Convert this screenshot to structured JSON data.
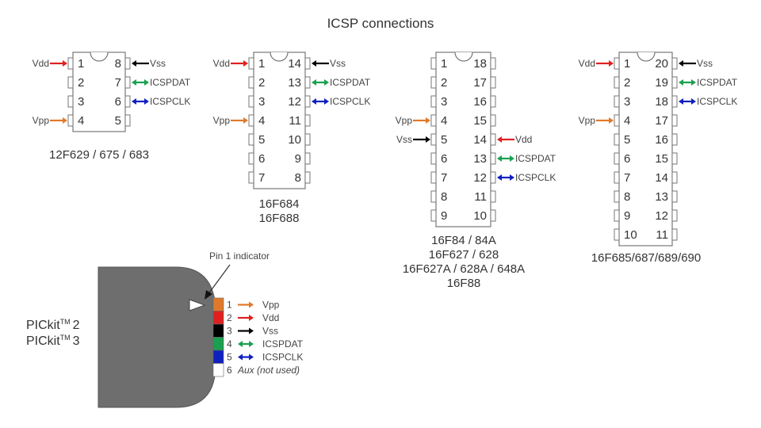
{
  "title": "ICSP connections",
  "colors": {
    "vpp": "#e07a2a",
    "vdd": "#e02020",
    "vss": "#000000",
    "icspdat": "#1aa050",
    "icspclk": "#1020c0",
    "aux": "#ffffff",
    "programmer_body": "#6e6e6e"
  },
  "chips": [
    {
      "id": "chip-8pin",
      "pins": 8,
      "part_names": [
        "12F629 / 675 / 683"
      ],
      "connections": [
        {
          "pin": 1,
          "signal": "Vdd",
          "color_key": "vdd",
          "dir": "in"
        },
        {
          "pin": 4,
          "signal": "Vpp",
          "color_key": "vpp",
          "dir": "in"
        },
        {
          "pin": 8,
          "signal": "Vss",
          "color_key": "vss",
          "dir": "in"
        },
        {
          "pin": 7,
          "signal": "ICSPDAT",
          "color_key": "icspdat",
          "dir": "both"
        },
        {
          "pin": 6,
          "signal": "ICSPCLK",
          "color_key": "icspclk",
          "dir": "both"
        }
      ]
    },
    {
      "id": "chip-14pin",
      "pins": 14,
      "part_names": [
        "16F684",
        "16F688"
      ],
      "connections": [
        {
          "pin": 1,
          "signal": "Vdd",
          "color_key": "vdd",
          "dir": "in"
        },
        {
          "pin": 4,
          "signal": "Vpp",
          "color_key": "vpp",
          "dir": "in"
        },
        {
          "pin": 14,
          "signal": "Vss",
          "color_key": "vss",
          "dir": "in"
        },
        {
          "pin": 13,
          "signal": "ICSPDAT",
          "color_key": "icspdat",
          "dir": "both"
        },
        {
          "pin": 12,
          "signal": "ICSPCLK",
          "color_key": "icspclk",
          "dir": "both"
        }
      ]
    },
    {
      "id": "chip-18pin",
      "pins": 18,
      "part_names": [
        "16F84 / 84A",
        "16F627 / 628",
        "16F627A / 628A / 648A",
        "16F88"
      ],
      "connections": [
        {
          "pin": 4,
          "signal": "Vpp",
          "color_key": "vpp",
          "dir": "in"
        },
        {
          "pin": 5,
          "signal": "Vss",
          "color_key": "vss",
          "dir": "in"
        },
        {
          "pin": 14,
          "signal": "Vdd",
          "color_key": "vdd",
          "dir": "in"
        },
        {
          "pin": 13,
          "signal": "ICSPDAT",
          "color_key": "icspdat",
          "dir": "both"
        },
        {
          "pin": 12,
          "signal": "ICSPCLK",
          "color_key": "icspclk",
          "dir": "both"
        }
      ]
    },
    {
      "id": "chip-20pin",
      "pins": 20,
      "part_names": [
        "16F685/687/689/690"
      ],
      "connections": [
        {
          "pin": 1,
          "signal": "Vdd",
          "color_key": "vdd",
          "dir": "in"
        },
        {
          "pin": 4,
          "signal": "Vpp",
          "color_key": "vpp",
          "dir": "in"
        },
        {
          "pin": 20,
          "signal": "Vss",
          "color_key": "vss",
          "dir": "in"
        },
        {
          "pin": 19,
          "signal": "ICSPDAT",
          "color_key": "icspdat",
          "dir": "both"
        },
        {
          "pin": 18,
          "signal": "ICSPCLK",
          "color_key": "icspclk",
          "dir": "both"
        }
      ]
    }
  ],
  "programmer": {
    "names": [
      {
        "base": "PICkit",
        "tm": "TM",
        "num": "2"
      },
      {
        "base": "PICkit",
        "tm": "TM",
        "num": "3"
      }
    ],
    "pin1_indicator_label": "Pin 1 indicator",
    "pins": [
      {
        "num": "1",
        "signal": "Vpp",
        "color_key": "vpp",
        "dir": "out",
        "italic": false
      },
      {
        "num": "2",
        "signal": "Vdd",
        "color_key": "vdd",
        "dir": "out",
        "italic": false
      },
      {
        "num": "3",
        "signal": "Vss",
        "color_key": "vss",
        "dir": "out",
        "italic": false
      },
      {
        "num": "4",
        "signal": "ICSPDAT",
        "color_key": "icspdat",
        "dir": "both",
        "italic": false
      },
      {
        "num": "5",
        "signal": "ICSPCLK",
        "color_key": "icspclk",
        "dir": "both",
        "italic": false
      },
      {
        "num": "6",
        "signal": "Aux (not used)",
        "color_key": "aux",
        "dir": "none",
        "italic": true
      }
    ]
  }
}
